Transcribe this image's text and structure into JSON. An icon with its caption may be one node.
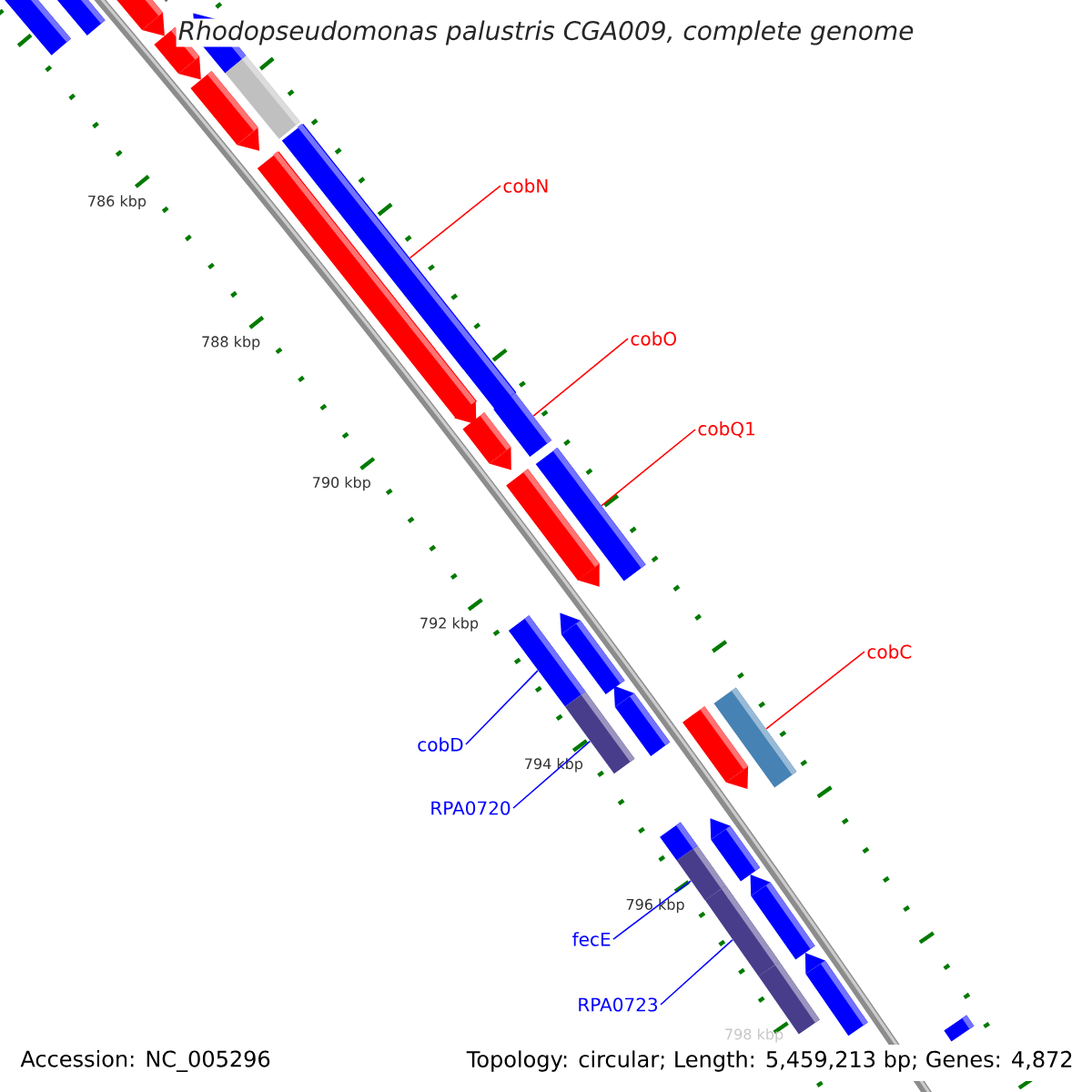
{
  "diagram": {
    "title": "Rhodopseudomonas palustris CGA009, complete genome",
    "nodes": [
      {
        "text": [
          "cobN"
        ]
      },
      {
        "text": [],
        "shape": "bar"
      },
      {
        "text": [
          "cobO"
        ]
      },
      {
        "text": [],
        "shape": "bar"
      },
      {
        "text": [
          "cobQ1"
        ]
      },
      {
        "text": [],
        "shape": "bar"
      },
      {
        "text": [
          "cobC"
        ]
      },
      {
        "text": [],
        "shape": "bar"
      },
      {
        "text": [
          "cobD"
        ]
      },
      {
        "text": [],
        "shape": "bar"
      },
      {
        "text": [
          "RPA0720"
        ]
      },
      {
        "text": [],
        "shape": "bar"
      },
      {
        "text": [
          "fecE"
        ]
      },
      {
        "text": [],
        "shape": "bar"
      },
      {
        "text": [
          "RPA0723"
        ]
      },
      {
        "text": [],
        "shape": "bar"
      },
      {
        "text": [],
        "shape": "bar"
      },
      {
        "text": [],
        "shape": "bar"
      },
      {
        "text": [],
        "shape": "bar"
      },
      {
        "text": [],
        "shape": "bar"
      },
      {
        "text": [],
        "shape": "bar"
      },
      {
        "text": [],
        "shape": "bar"
      },
      {
        "text": [],
        "shape": "bar"
      },
      {
        "text": [],
        "shape": "bar"
      },
      {
        "text": [],
        "shape": "bar"
      },
      {
        "text": [],
        "shape": "bar"
      },
      {
        "text": [],
        "shape": "bar"
      },
      {
        "text": [],
        "shape": "bar"
      },
      {
        "text": [],
        "shape": "bar"
      },
      {
        "text": [],
        "shape": "bar"
      },
      {
        "text": [],
        "shape": "bar"
      },
      {
        "text": [],
        "shape": "bar"
      },
      {
        "text": [],
        "shape": "bar"
      },
      {
        "text": [],
        "shape": "bar"
      },
      {
        "text": [],
        "shape": "bar"
      },
      {
        "text": [],
        "shape": "bar"
      }
    ],
    "edges": [
      {
        "from": 0,
        "to": 1,
        "arrow": "none",
        "color": "#ff0000"
      },
      {
        "from": 2,
        "to": 3,
        "arrow": "none",
        "color": "#ff0000"
      },
      {
        "from": 4,
        "to": 5,
        "arrow": "none",
        "color": "#ff0000"
      },
      {
        "from": 6,
        "to": 7,
        "arrow": "none",
        "color": "#ff0000"
      },
      {
        "from": 8,
        "to": 9,
        "arrow": "none",
        "color": "#0000ff"
      },
      {
        "from": 10,
        "to": 11,
        "arrow": "none",
        "color": "#0000ff"
      },
      {
        "from": 12,
        "to": 13,
        "arrow": "none",
        "color": "#0000ff"
      },
      {
        "from": 14,
        "to": 15,
        "arrow": "none",
        "color": "#0000ff"
      }
    ],
    "labels": [
      "786 kbp",
      "788 kbp",
      "790 kbp",
      "792 kbp",
      "794 kbp",
      "796 kbp",
      "798 kbp",
      "Accession: NC_005296",
      "Topology: circular; Length: 5,459,213 bp; Genes: 4,872"
    ]
  }
}
